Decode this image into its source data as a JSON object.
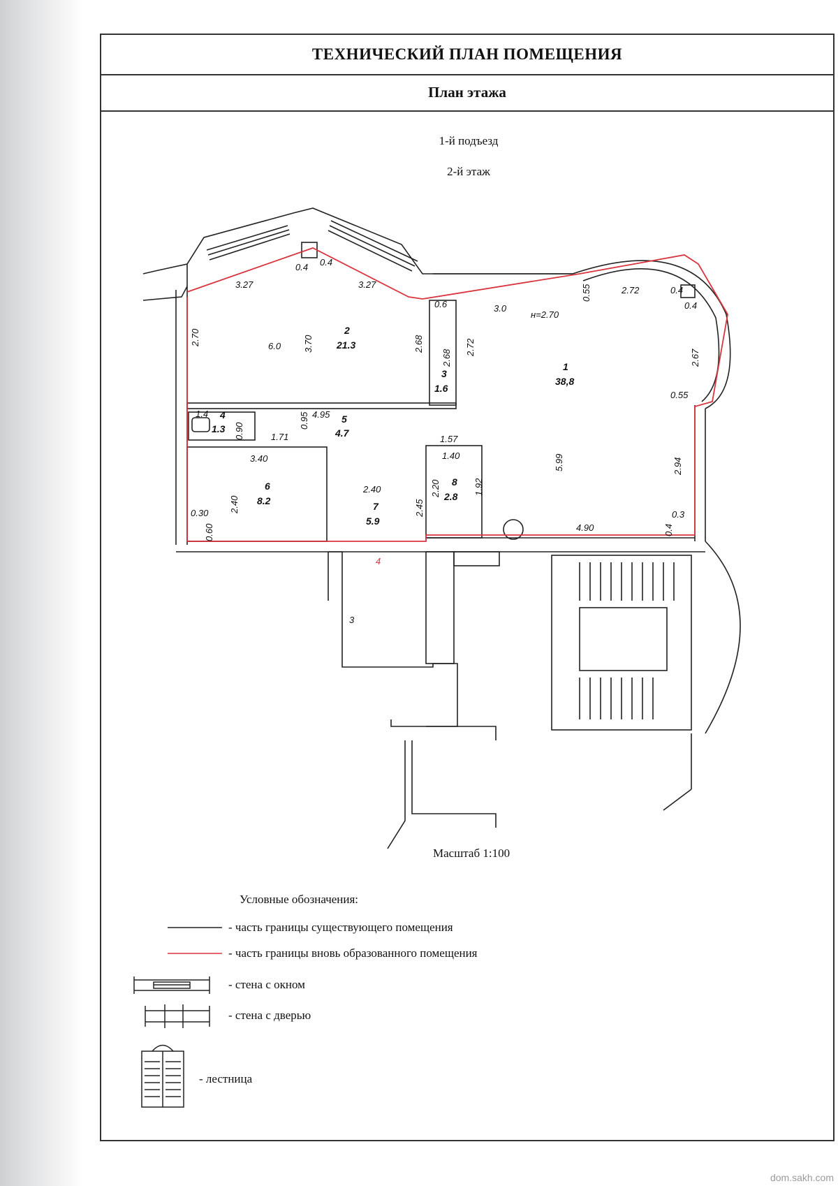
{
  "header": {
    "title": "ТЕХНИЧЕСКИЙ ПЛАН ПОМЕЩЕНИЯ",
    "subtitle": "План этажа"
  },
  "location": {
    "entrance": "1-й подъезд",
    "floor": "2-й этаж"
  },
  "rooms": [
    {
      "number": "1",
      "area": "38,8"
    },
    {
      "number": "2",
      "area": "21.3"
    },
    {
      "number": "3",
      "area": "1.6"
    },
    {
      "number": "4",
      "area": "1.3"
    },
    {
      "number": "5",
      "area": "4.7"
    },
    {
      "number": "6",
      "area": "8.2"
    },
    {
      "number": "7",
      "area": "5.9"
    },
    {
      "number": "8",
      "area": "2.8"
    }
  ],
  "dimensions": {
    "d_327_left": "3.27",
    "d_327_right": "3.27",
    "d_04_a": "0.4",
    "d_04_b": "0.4",
    "d_270": "2.70",
    "d_60": "6.0",
    "d_370": "3.70",
    "d_268_a": "2.68",
    "d_268_b": "2.68",
    "d_06": "0.6",
    "d_272": "2.72",
    "d_30": "3.0",
    "d_height": "н=2.70",
    "d_055_top": "0.55",
    "d_272_top": "2.72",
    "d_04_c": "0.4",
    "d_04_d": "0.4",
    "d_267": "2.67",
    "d_055_mid": "0.55",
    "d_14": "1.4",
    "d_090": "0.90",
    "d_095": "0.95",
    "d_495": "4.95",
    "d_171": "1.71",
    "d_340": "3.40",
    "d_240_a": "2.40",
    "d_240_b": "2.40",
    "d_030": "0.30",
    "d_060": "0.60",
    "d_157": "1.57",
    "d_140": "1.40",
    "d_220": "2.20",
    "d_245": "2.45",
    "d_192": "1.92",
    "d_599": "5.99",
    "d_294": "2.94",
    "d_490": "4.90",
    "d_03": "0.3",
    "d_04_e": "0.4",
    "mark_4": "4",
    "mark_3": "3"
  },
  "scale": "Масштаб 1:100",
  "legend": {
    "title": "Условные обозначения:",
    "items": [
      "- часть границы существующего помещения",
      "- часть границы вновь образованного помещения",
      "- стена с окном",
      "- стена с дверью",
      "- лестница"
    ]
  },
  "colors": {
    "existing_boundary": "#222222",
    "new_boundary": "#d9353f"
  },
  "watermark": "dom.sakh.com"
}
